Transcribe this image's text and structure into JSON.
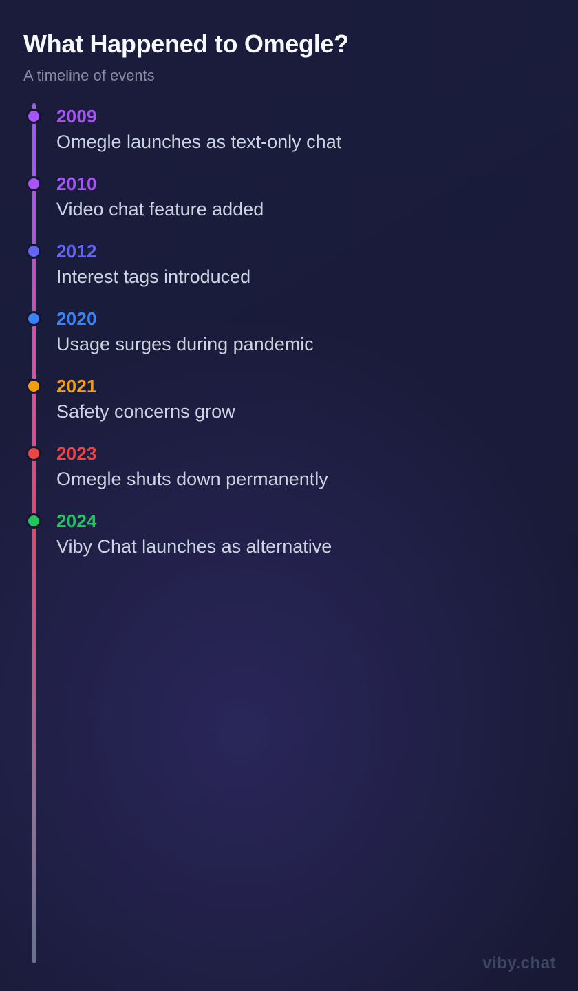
{
  "header": {
    "title": "What Happened to Omegle?",
    "subtitle": "A timeline of events"
  },
  "timeline": {
    "events": [
      {
        "year": "2009",
        "description": "Omegle launches as text-only chat",
        "color": "#a855f7"
      },
      {
        "year": "2010",
        "description": "Video chat feature added",
        "color": "#a855f7"
      },
      {
        "year": "2012",
        "description": "Interest tags introduced",
        "color": "#6366f1"
      },
      {
        "year": "2020",
        "description": "Usage surges during pandemic",
        "color": "#3b82f6"
      },
      {
        "year": "2021",
        "description": "Safety concerns grow",
        "color": "#f59e0b"
      },
      {
        "year": "2023",
        "description": "Omegle shuts down permanently",
        "color": "#ef4444"
      },
      {
        "year": "2024",
        "description": "Viby Chat launches as alternative",
        "color": "#22c55e"
      }
    ],
    "line_gradient_stops": [
      {
        "color": "#a855f7",
        "pos": "0%"
      },
      {
        "color": "#a855f7",
        "pos": "8%"
      },
      {
        "color": "#c44cc6",
        "pos": "20%"
      },
      {
        "color": "#ec4899",
        "pos": "32%"
      },
      {
        "color": "#f43f5e",
        "pos": "49%"
      },
      {
        "color": "#c25a7c",
        "pos": "66%"
      },
      {
        "color": "#97708f",
        "pos": "83%"
      },
      {
        "color": "#64748b",
        "pos": "100%"
      }
    ]
  },
  "watermark": {
    "label": "viby.chat",
    "color": "#3e4662"
  },
  "colors": {
    "background_base": "#1a1b3a",
    "title": "#f7f9fc",
    "subtitle": "#858da1",
    "description": "#cbd5e1",
    "dot_ring": "#141631"
  }
}
